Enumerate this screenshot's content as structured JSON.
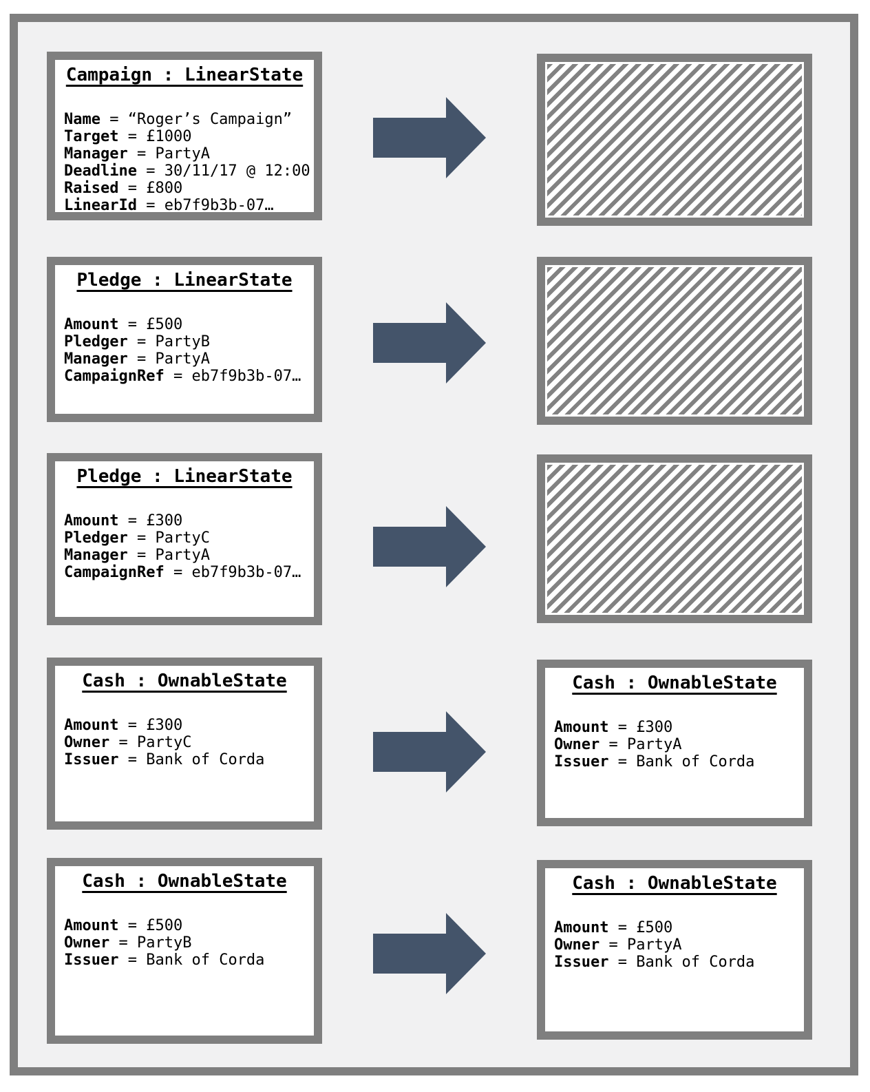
{
  "page": {
    "frame_color": "#7f7f7f",
    "canvas_color": "#f1f1f2",
    "box_background": "#ffffff",
    "hatch_color": "#828282",
    "arrow_color": "#44546a",
    "text_color": "#000000"
  },
  "field_separator": " = ",
  "rows": [
    {
      "left": {
        "title": "Campaign : LinearState",
        "fields": [
          {
            "label": "Name",
            "value": "“Roger’s Campaign”"
          },
          {
            "label": "Target",
            "value": "£1000"
          },
          {
            "label": "Manager",
            "value": "PartyA"
          },
          {
            "label": "Deadline",
            "value": "30/11/17 @ 12:00"
          },
          {
            "label": "Raised",
            "value": "£800"
          },
          {
            "label": "LinearId",
            "value": "eb7f9b3b-07…"
          }
        ]
      },
      "right": {
        "type": "consumed"
      }
    },
    {
      "left": {
        "title": "Pledge : LinearState",
        "fields": [
          {
            "label": "Amount",
            "value": "£500"
          },
          {
            "label": "Pledger",
            "value": "PartyB"
          },
          {
            "label": "Manager",
            "value": "PartyA"
          },
          {
            "label": "CampaignRef",
            "value": "eb7f9b3b-07…"
          }
        ]
      },
      "right": {
        "type": "consumed"
      }
    },
    {
      "left": {
        "title": "Pledge : LinearState",
        "fields": [
          {
            "label": "Amount",
            "value": "£300"
          },
          {
            "label": "Pledger",
            "value": "PartyC"
          },
          {
            "label": "Manager",
            "value": "PartyA"
          },
          {
            "label": "CampaignRef",
            "value": "eb7f9b3b-07…"
          }
        ]
      },
      "right": {
        "type": "consumed"
      }
    },
    {
      "left": {
        "title": "Cash : OwnableState",
        "fields": [
          {
            "label": "Amount",
            "value": "£300"
          },
          {
            "label": "Owner",
            "value": "PartyC"
          },
          {
            "label": "Issuer",
            "value": "Bank of Corda"
          }
        ]
      },
      "right": {
        "type": "state",
        "title": "Cash : OwnableState",
        "fields": [
          {
            "label": "Amount",
            "value": "£300"
          },
          {
            "label": "Owner",
            "value": "PartyA"
          },
          {
            "label": "Issuer",
            "value": "Bank of Corda"
          }
        ]
      }
    },
    {
      "left": {
        "title": "Cash : OwnableState",
        "fields": [
          {
            "label": "Amount",
            "value": "£500"
          },
          {
            "label": "Owner",
            "value": "PartyB"
          },
          {
            "label": "Issuer",
            "value": "Bank of Corda"
          }
        ]
      },
      "right": {
        "type": "state",
        "title": "Cash : OwnableState",
        "fields": [
          {
            "label": "Amount",
            "value": "£500"
          },
          {
            "label": "Owner",
            "value": "PartyA"
          },
          {
            "label": "Issuer",
            "value": "Bank of Corda"
          }
        ]
      }
    }
  ]
}
